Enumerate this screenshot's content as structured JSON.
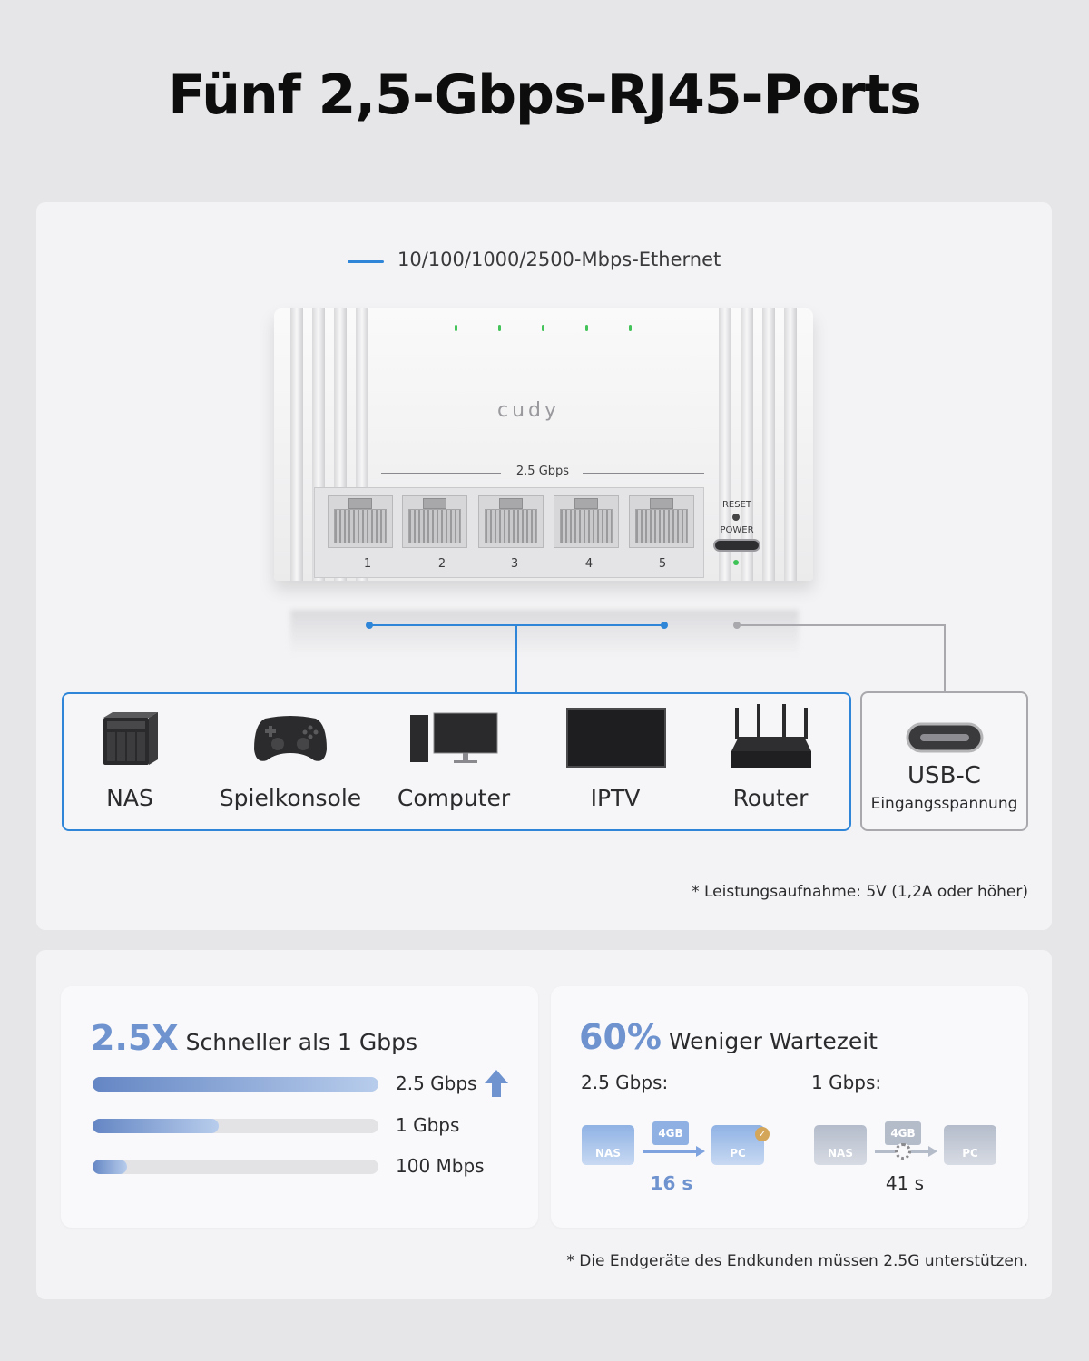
{
  "title": "Fünf 2,5-Gbps-RJ45-Ports",
  "legend": {
    "label": "10/100/1000/2500-Mbps-Ethernet",
    "color": "#2f86d9"
  },
  "switch": {
    "brand": "cudy",
    "speed_label": "2.5 Gbps",
    "ports": [
      "1",
      "2",
      "3",
      "4",
      "5"
    ],
    "reset_label": "RESET",
    "power_label": "POWER"
  },
  "devices": [
    {
      "label": "NAS",
      "icon": "nas-icon"
    },
    {
      "label": "Spielkonsole",
      "icon": "gamepad-icon"
    },
    {
      "label": "Computer",
      "icon": "computer-icon"
    },
    {
      "label": "IPTV",
      "icon": "tv-icon"
    },
    {
      "label": "Router",
      "icon": "router-icon"
    }
  ],
  "usbc": {
    "title": "USB-C",
    "subtitle": "Eingangsspannung",
    "icon": "usb-c-icon"
  },
  "footnote_power": "* Leistungsaufnahme: 5V (1,2A oder höher)",
  "speed_card": {
    "highlight": "2.5X",
    "headline": "Schneller als 1 Gbps",
    "bars": [
      {
        "label": "2.5 Gbps",
        "fraction": 1.0
      },
      {
        "label": "1 Gbps",
        "fraction": 0.44
      },
      {
        "label": "100 Mbps",
        "fraction": 0.12
      }
    ],
    "accent": "#6f93cf"
  },
  "wait_card": {
    "highlight": "60%",
    "headline": "Weniger Wartezeit",
    "fast": {
      "label": "2.5 Gbps:",
      "source": "NAS",
      "file": "4GB",
      "target": "PC",
      "time": "16 s"
    },
    "slow": {
      "label": "1 Gbps:",
      "source": "NAS",
      "file": "4GB",
      "target": "PC",
      "time": "41 s"
    }
  },
  "footnote_2g": "* Die Endgeräte des Endkunden müssen 2.5G unterstützen."
}
